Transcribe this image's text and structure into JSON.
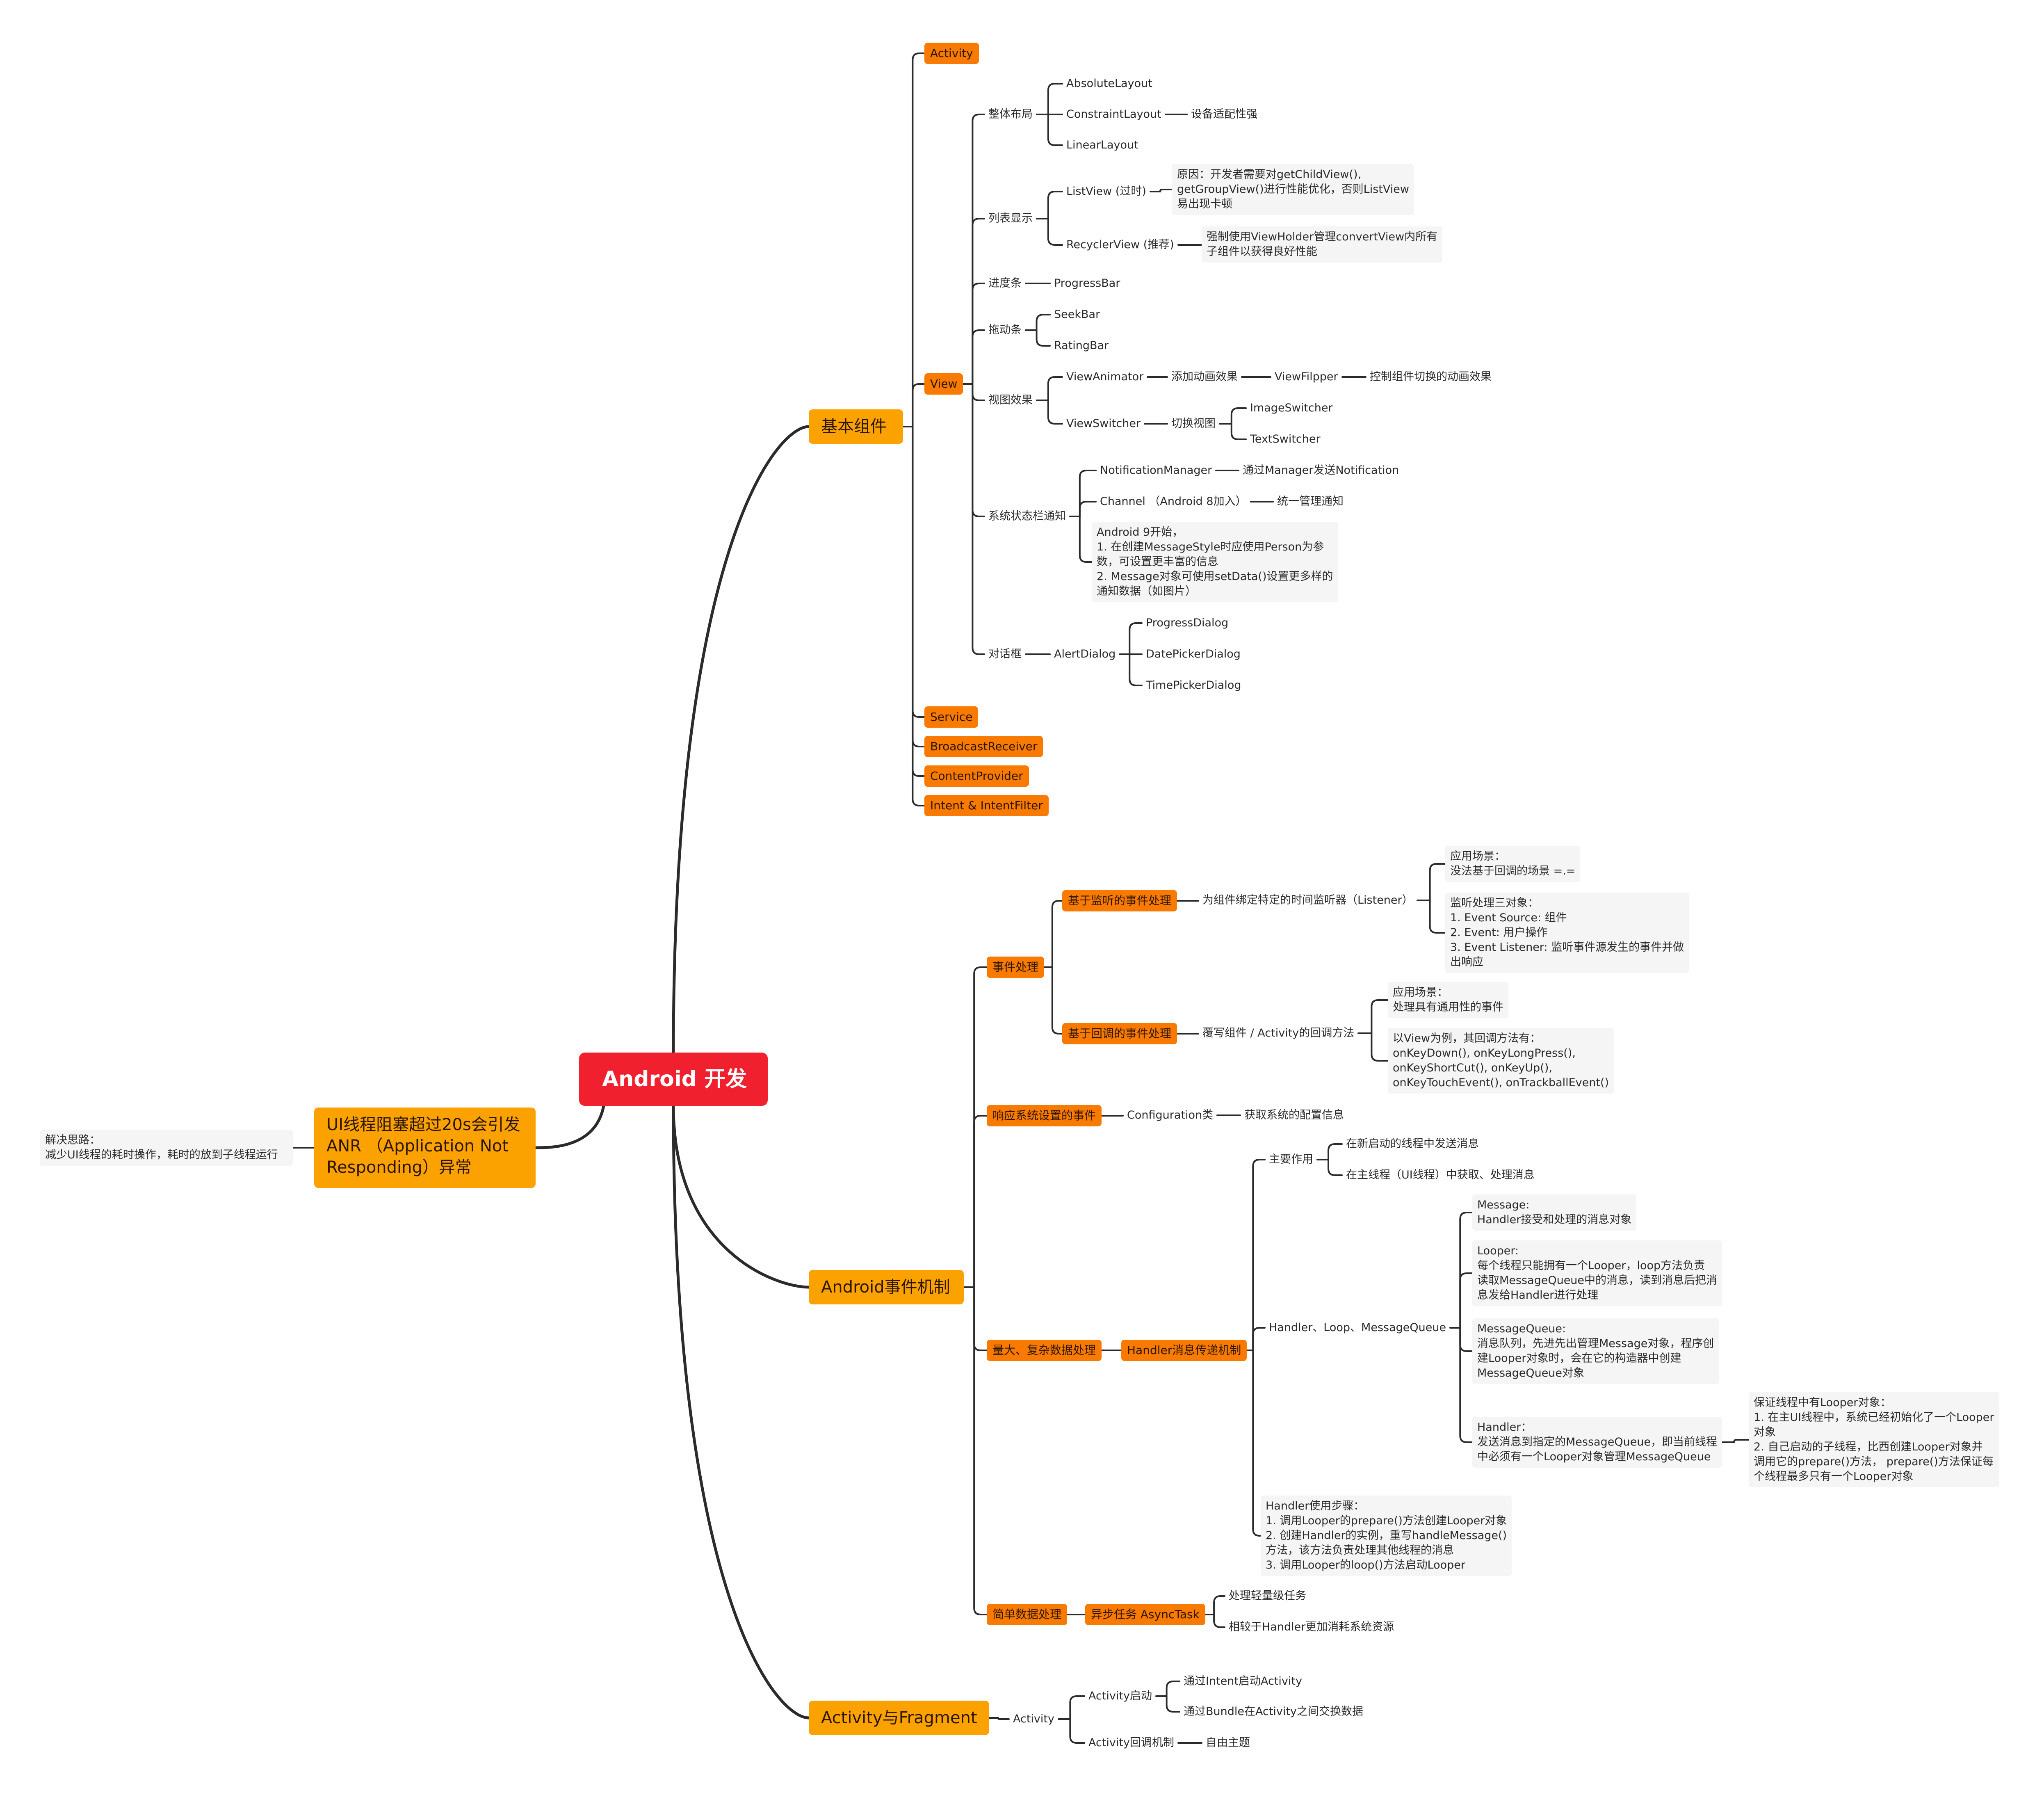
{
  "colors": {
    "root": "#f0202e",
    "main": "#fba100",
    "sub": "#f97a00",
    "line": "#2b2b2b"
  },
  "nodes": {
    "root": "Android 开发",
    "anr": "UI线程阻塞超过20s会引发\nANR （Application Not\nResponding）异常",
    "anr_tip": "解决思路：\n减少UI线程的耗时操作，耗时的放到子线程运行",
    "basic": "基本组件",
    "activity": "Activity",
    "view": "View",
    "layout": "整体布局",
    "absolute": "AbsoluteLayout",
    "constraint": "ConstraintLayout",
    "constraint_note": "设备适配性强",
    "linear": "LinearLayout",
    "list": "列表显示",
    "listview": "ListView (过时)",
    "listview_note": "原因：开发者需要对getChildView(),\ngetGroupView()进行性能优化，否则ListView\n易出现卡顿",
    "recycler": "RecyclerView (推荐)",
    "recycler_note": "强制使用ViewHolder管理convertView内所有\n子组件以获得良好性能",
    "progress": "进度条",
    "progressbar": "ProgressBar",
    "drag": "拖动条",
    "seekbar": "SeekBar",
    "ratingbar": "RatingBar",
    "effect": "视图效果",
    "animator": "ViewAnimator",
    "anim_add": "添加动画效果",
    "flipper": "ViewFilpper",
    "flipper_note": "控制组件切换的动画效果",
    "switcher": "ViewSwitcher",
    "switch_view": "切换视图",
    "imageswitcher": "ImageSwitcher",
    "textswitcher": "TextSwitcher",
    "notify": "系统状态栏通知",
    "nm": "NotificationManager",
    "nm_note": "通过Manager发送Notification",
    "channel": "Channel （Android 8加入）",
    "channel_note": "统一管理通知",
    "android9": "Android 9开始，\n1. 在创建MessageStyle时应使用Person为参\n数，可设置更丰富的信息\n2. Message对象可使用setData()设置更多样的\n通知数据（如图片）",
    "dialog": "对话框",
    "alert": "AlertDialog",
    "progressdialog": "ProgressDialog",
    "datepicker": "DatePickerDialog",
    "timepicker": "TimePickerDialog",
    "service": "Service",
    "broadcast": "BroadcastReceiver",
    "provider": "ContentProvider",
    "intent": "Intent & IntentFilter",
    "event": "Android事件机制",
    "evt_handle": "事件处理",
    "listener_based": "基于监听的事件处理",
    "listener_desc": "为组件绑定特定的时间监听器（Listener）",
    "listener_scene": "应用场景：\n没法基于回调的场景 =.=",
    "listener_three": "监听处理三对象：\n1. Event Source: 组件\n2. Event: 用户操作\n3. Event Listener: 监听事件源发生的事件并做\n出响应",
    "callback_based": "基于回调的事件处理",
    "callback_desc": "覆写组件 / Activity的回调方法",
    "callback_scene": "应用场景：\n处理具有通用性的事件",
    "callback_methods": "以View为例，其回调方法有：\nonKeyDown(), onKeyLongPress(),\nonKeyShortCut(), onKeyUp(),\nonKeyTouchEvent(), onTrackballEvent()",
    "config_event": "响应系统设置的事件",
    "config_class": "Configuration类",
    "config_note": "获取系统的配置信息",
    "complex": "量大、复杂数据处理",
    "handler_mech": "Handler消息传递机制",
    "main_role": "主要作用",
    "role1": "在新启动的线程中发送消息",
    "role2": "在主线程（UI线程）中获取、处理消息",
    "hlm": "Handler、Loop、MessageQueue",
    "message": "Message:\nHandler接受和处理的消息对象",
    "looper": "Looper:\n每个线程只能拥有一个Looper，loop方法负责\n读取MessageQueue中的消息，读到消息后把消\n息发给Handler进行处理",
    "mq": "MessageQueue:\n消息队列，先进先出管理Message对象，程序创\n建Looper对象时，会在它的构造器中创建\nMessageQueue对象",
    "handler": "Handler：\n发送消息到指定的MessageQueue，即当前线程\n中必须有一个Looper对象管理MessageQueue",
    "looper_guard": "保证线程中有Looper对象：\n1. 在主UI线程中，系统已经初始化了一个Looper\n对象\n2. 自己启动的子线程，比西创建Looper对象并\n调用它的prepare()方法， prepare()方法保证每\n个线程最多只有一个Looper对象",
    "handler_steps": "Handler使用步骤：\n1. 调用Looper的prepare()方法创建Looper对象\n2. 创建Handler的实例，重写handleMessage()\n方法，该方法负责处理其他线程的消息\n3. 调用Looper的loop()方法启动Looper",
    "simple": "简单数据处理",
    "asynctask": "异步任务 AsyncTask",
    "async1": "处理轻量级任务",
    "async2": "相较于Handler更加消耗系统资源",
    "actfrag": "Activity与Fragment",
    "act": "Activity",
    "act_start": "Activity启动",
    "start1": "通过Intent启动Activity",
    "start2": "通过Bundle在Activity之间交换数据",
    "act_callback": "Activity回调机制",
    "theme": "自由主题"
  }
}
